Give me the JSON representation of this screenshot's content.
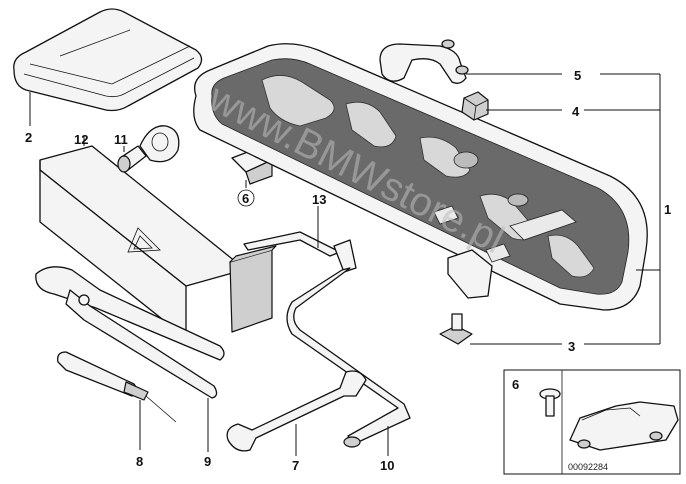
{
  "watermark": "www.BMWstore.pl",
  "reference_code": "00092284",
  "labels": {
    "p1": "1",
    "p2": "2",
    "p3": "3",
    "p4": "4",
    "p5": "5",
    "p6": "6",
    "p6_inset": "6",
    "p7": "7",
    "p8": "8",
    "p9": "9",
    "p10": "10",
    "p11": "11",
    "p12": "12",
    "p13": "13"
  }
}
